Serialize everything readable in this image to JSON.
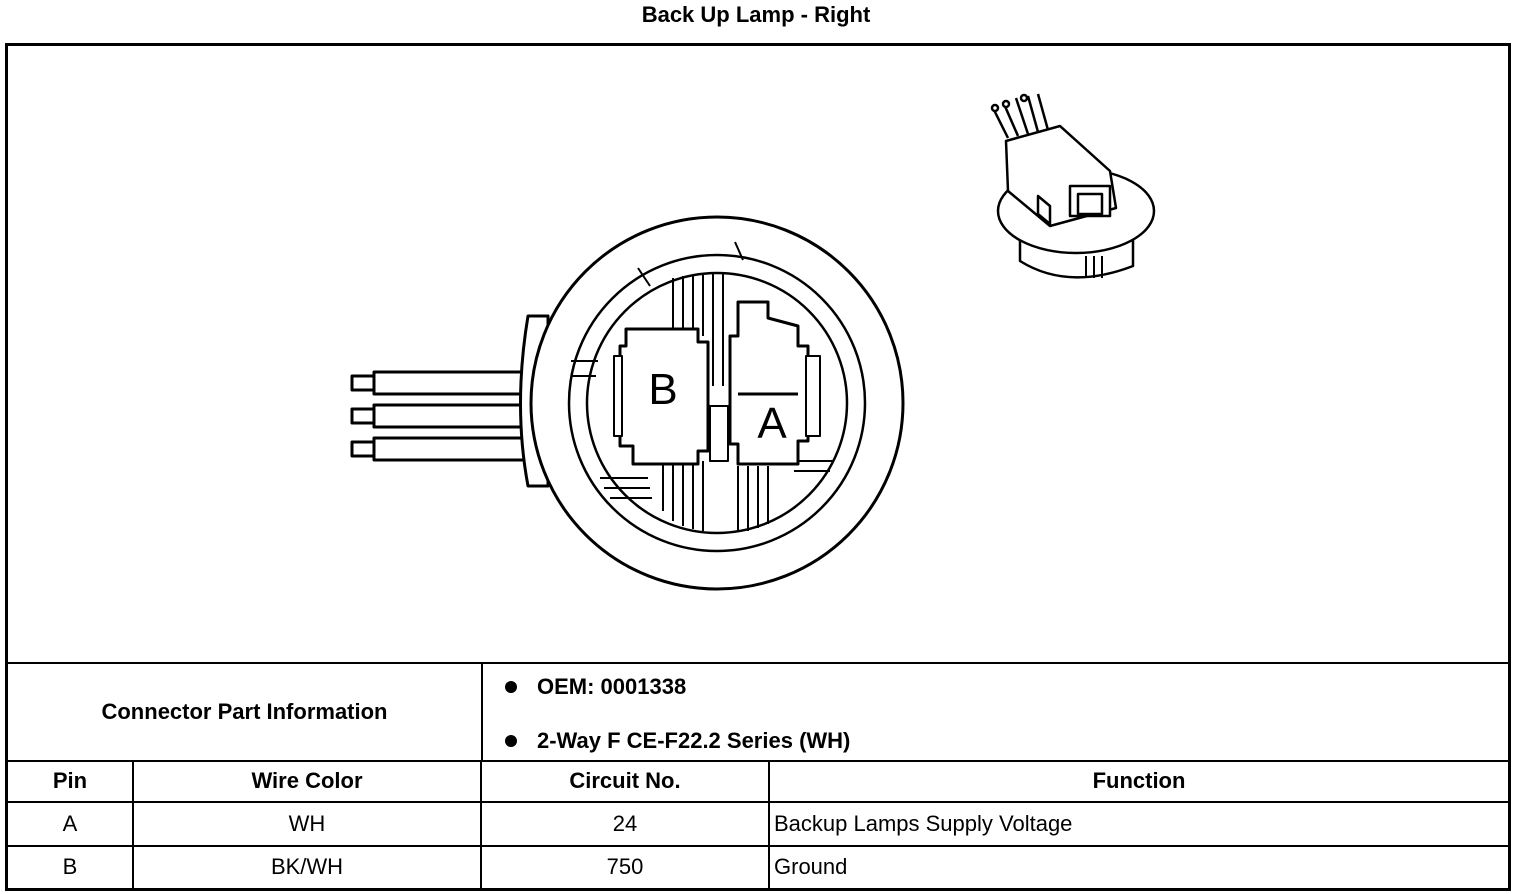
{
  "title": "Back Up Lamp - Right",
  "connector_face": {
    "pin_labels": [
      "B",
      "A"
    ]
  },
  "connector_info": {
    "label": "Connector Part Information",
    "items": [
      "OEM: 0001338",
      "2-Way F CE-F22.2 Series (WH)"
    ]
  },
  "pin_table": {
    "headers": [
      "Pin",
      "Wire Color",
      "Circuit No.",
      "Function"
    ],
    "rows": [
      [
        "A",
        "WH",
        "24",
        "Backup Lamps Supply Voltage"
      ],
      [
        "B",
        "BK/WH",
        "750",
        "Ground"
      ]
    ]
  }
}
